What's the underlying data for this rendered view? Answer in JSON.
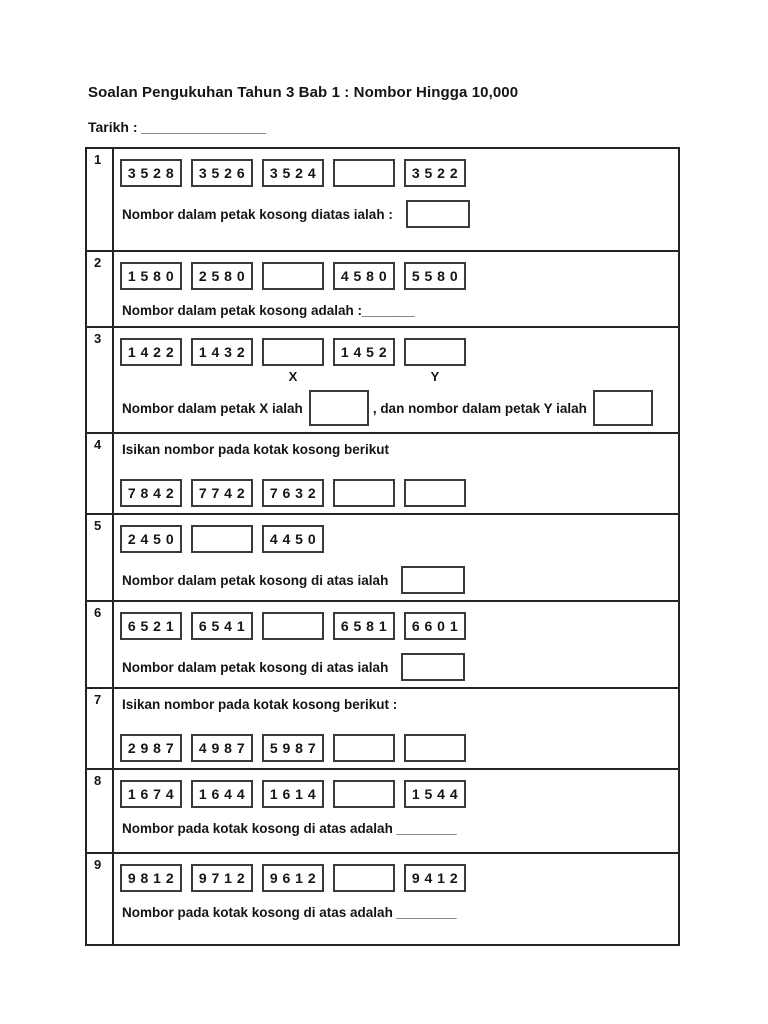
{
  "page": {
    "title": "Soalan Pengukuhan Tahun 3 Bab 1 : Nombor Hingga 10,000",
    "date_line": "Tarikh : ________________"
  },
  "questions": [
    {
      "num": "1",
      "boxes": [
        "3 5 2 8",
        "3 5 2 6",
        "3 5 2 4",
        "",
        "3 5 2 2"
      ],
      "prompt": "Nombor dalam petak kosong diatas ialah :"
    },
    {
      "num": "2",
      "boxes": [
        "1 5 8 0",
        "2 5 8 0",
        "",
        "4 5 8 0",
        "5 5 8 0"
      ],
      "prompt": "Nombor dalam petak kosong adalah :_______"
    },
    {
      "num": "3",
      "boxes": [
        "1 4 2 2",
        "1 4 3 2",
        "",
        "1 4 5 2",
        ""
      ],
      "box_labels": [
        "",
        "",
        "X",
        "",
        "Y"
      ],
      "prompt_part1": "Nombor dalam petak X ialah",
      "prompt_part2": ", dan nombor dalam petak Y ialah"
    },
    {
      "num": "4",
      "instruction": "Isikan nombor pada kotak kosong berikut",
      "boxes": [
        "7 8 4 2",
        "7 7 4 2",
        "7 6 3 2",
        "",
        ""
      ]
    },
    {
      "num": "5",
      "boxes": [
        "2 4 5 0",
        "",
        "4 4 5 0"
      ],
      "prompt": "Nombor dalam petak kosong di atas ialah"
    },
    {
      "num": "6",
      "boxes": [
        "6 5 2 1",
        "6 5 4 1",
        "",
        "6 5 8 1",
        "6 6 0 1"
      ],
      "prompt": "Nombor dalam petak kosong di atas ialah"
    },
    {
      "num": "7",
      "instruction": "Isikan nombor pada kotak kosong berikut :",
      "boxes": [
        "2 9 8 7",
        "4 9 8 7",
        "5 9 8 7",
        "",
        ""
      ]
    },
    {
      "num": "8",
      "boxes": [
        "1 6 7 4",
        "1 6 4 4",
        "1 6 1 4",
        "",
        "1 5 4 4"
      ],
      "prompt": "Nombor pada kotak kosong di atas adalah ________"
    },
    {
      "num": "9",
      "boxes": [
        "9 8 1 2",
        "9 7 1 2",
        "9 6 1 2",
        "",
        "9 4 1 2"
      ],
      "prompt": "Nombor pada kotak kosong di atas adalah ________"
    }
  ]
}
